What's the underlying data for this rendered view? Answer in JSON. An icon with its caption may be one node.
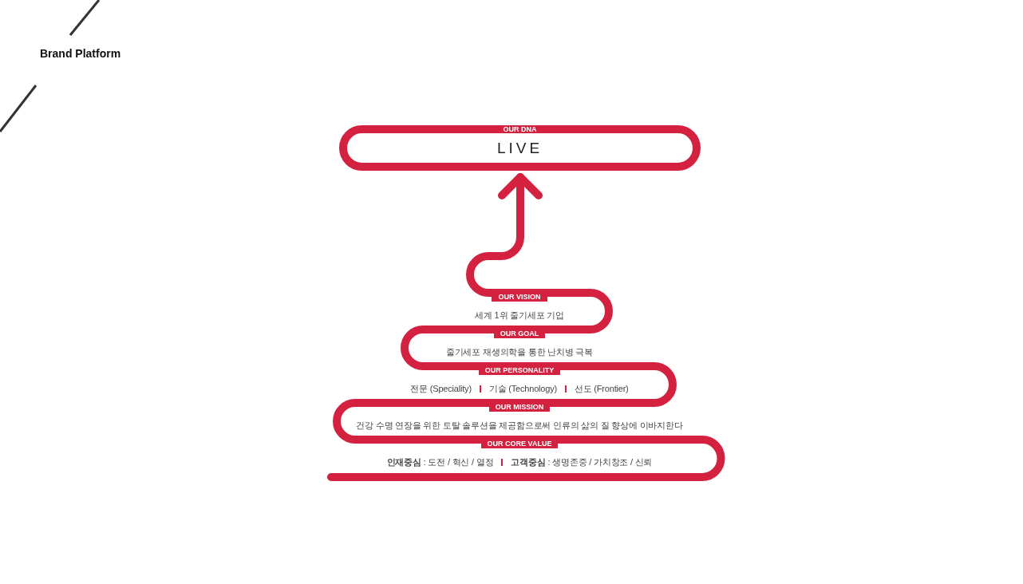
{
  "diagram": {
    "title": "Brand Platform",
    "nodes": [
      {
        "text": [
          "OUR DNA",
          "LIVE"
        ]
      },
      {
        "text": [
          "OUR VISION",
          "세계 1위 줄기세포 기업"
        ]
      },
      {
        "text": [
          "OUR GOAL",
          "줄기세포 재생의학을 통한 난치병 극복"
        ]
      },
      {
        "text": [
          "OUR PERSONALITY",
          "전문 (Speciality)",
          "기술 (Technology)",
          "선도 (Frontier)"
        ]
      },
      {
        "text": [
          "OUR MISSION",
          "건강 수명 연장을 위한 토탈 솔루션을 제공함으로써 인류의 삶의 질 향상에 이바지한다"
        ]
      },
      {
        "text": [
          "OUR CORE VALUE",
          "**인재중심** : 도전 / 혁신 / 열정",
          "**고객중심** : 생명존중 / 가치창조 / 신뢰"
        ]
      }
    ],
    "edges": [
      {
        "from": 1,
        "to": 0,
        "arrow": "to"
      }
    ]
  }
}
